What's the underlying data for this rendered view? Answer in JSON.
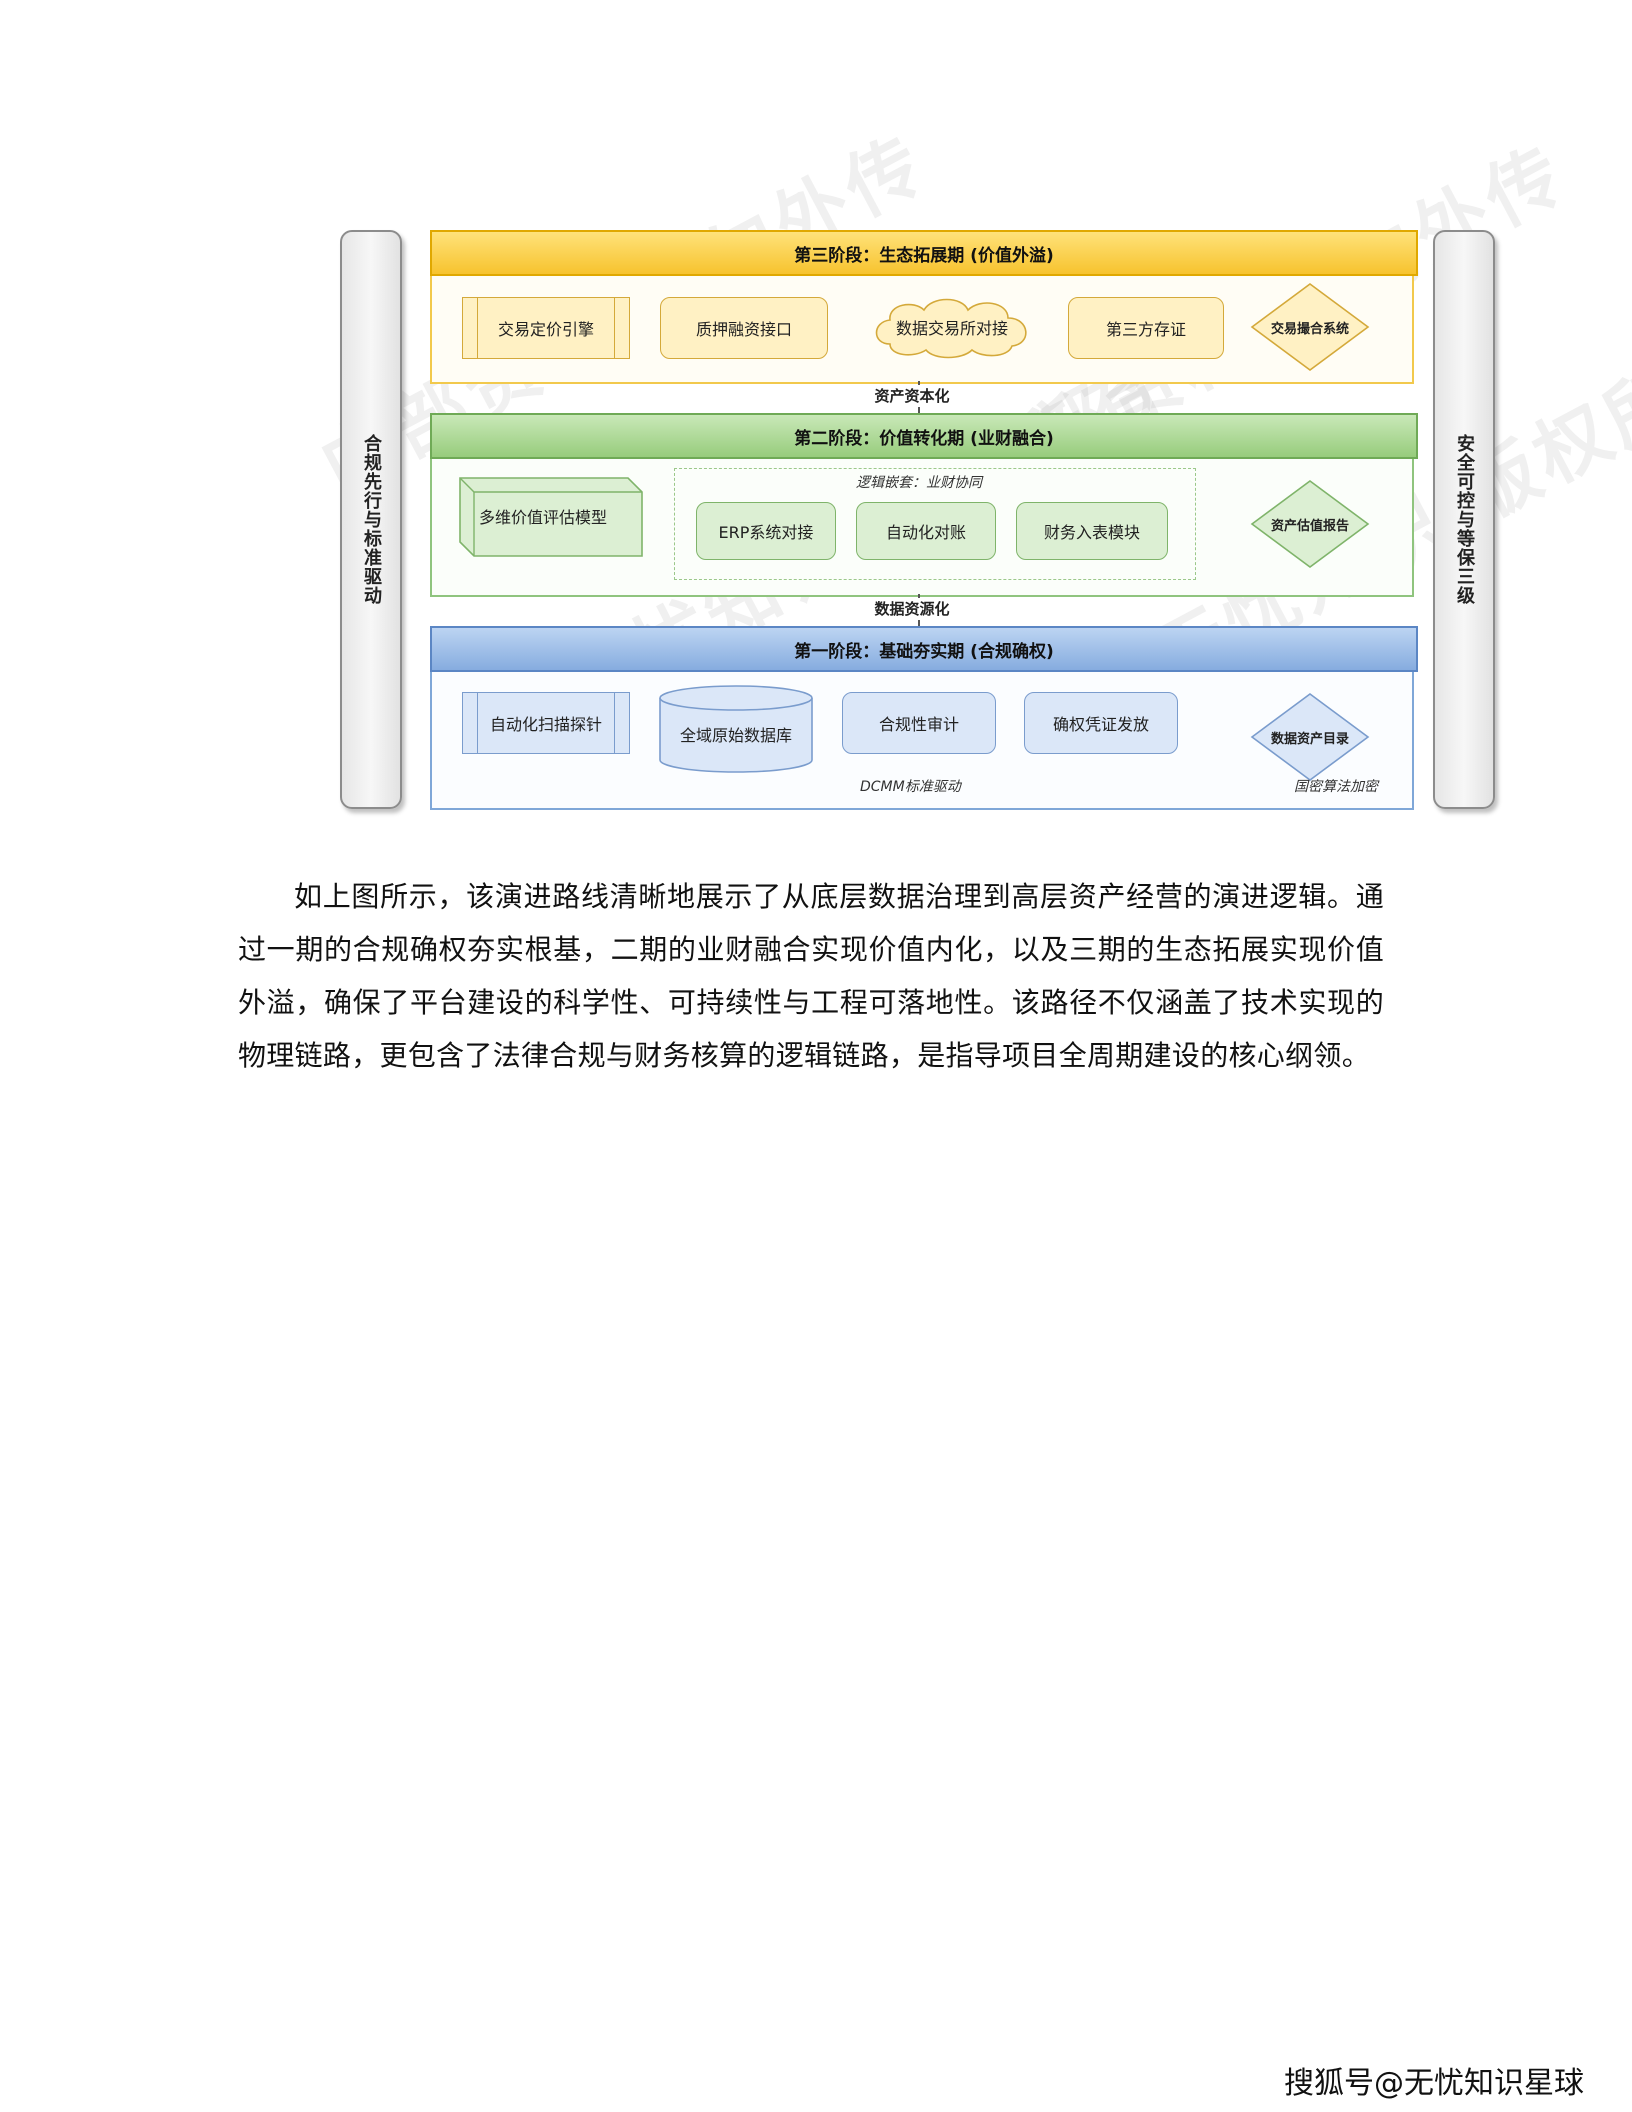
{
  "diagram": {
    "left_pillar": "合规先行与标准驱动",
    "right_pillar": "安全可控与等保三级",
    "stage3": {
      "title": "第三阶段：生态拓展期 (价值外溢)",
      "items": [
        "交易定价引擎",
        "质押融资接口",
        "数据交易所对接",
        "第三方存证"
      ],
      "diamond": "交易撮合系统"
    },
    "connector_top": "资产资本化",
    "stage2": {
      "title": "第二阶段：价值转化期 (业财融合)",
      "model": "多维价值评估模型",
      "group_label": "逻辑嵌套：业财协同",
      "items": [
        "ERP系统对接",
        "自动化对账",
        "财务入表模块"
      ],
      "diamond": "资产估值报告"
    },
    "connector_bottom": "数据资源化",
    "stage1": {
      "title": "第一阶段：基础夯实期 (合规确权)",
      "items": [
        "自动化扫描探针",
        "全域原始数据库",
        "合规性审计",
        "确权凭证发放"
      ],
      "note_center": "DCMM标准驱动",
      "diamond": "数据资产目录",
      "note_right": "国密算法加密"
    },
    "watermark": [
      "内部资料 请勿外传",
      "©无忧知识 版权所有"
    ]
  },
  "paragraph": "如上图所示，该演进路线清晰地展示了从底层数据治理到高层资产经营的演进逻辑。通过一期的合规确权夯实根基，二期的业财融合实现价值内化，以及三期的生态拓展实现价值外溢，确保了平台建设的科学性、可持续性与工程可落地性。该路径不仅涵盖了技术实现的物理链路，更包含了法律合规与财务核算的逻辑链路，是指导项目全周期建设的核心纲领。",
  "footer": "搜狐号@无忧知识星球"
}
